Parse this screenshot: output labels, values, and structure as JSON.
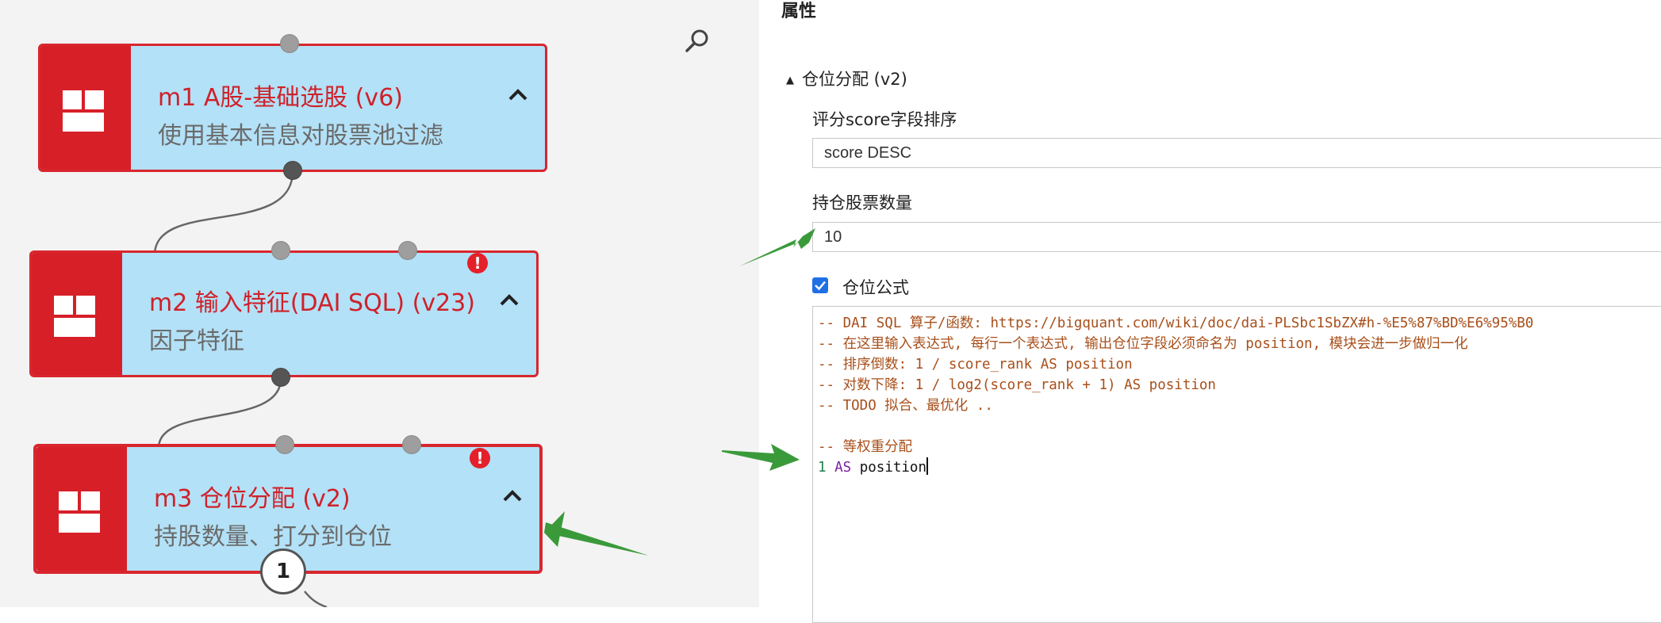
{
  "canvas": {
    "nodes": [
      {
        "id": "m1",
        "title": "m1 A股-基础选股 (v6)",
        "subtitle": "使用基本信息对股票池过滤",
        "has_error": false
      },
      {
        "id": "m2",
        "title": "m2 输入特征(DAI SQL) (v23)",
        "subtitle": "因子特征",
        "has_error": true,
        "error_symbol": "!"
      },
      {
        "id": "m3",
        "title": "m3 仓位分配 (v2)",
        "subtitle": "持股数量、打分到仓位",
        "has_error": true,
        "error_symbol": "!",
        "selected": true
      }
    ],
    "step_badge": "1"
  },
  "panel": {
    "header": "属性",
    "section_title": "仓位分配 (v2)",
    "fields": {
      "score_sort_label": "评分score字段排序",
      "score_sort_value": "score DESC",
      "hold_count_label": "持仓股票数量",
      "hold_count_value": "10",
      "formula_checkbox_label": "仓位公式",
      "formula_checked": true
    },
    "code_lines": [
      [
        {
          "t": "cmt",
          "s": "-- DAI SQL 算子/函数: https://bigquant.com/wiki/doc/dai-PLSbc1SbZX#h-%E5%87%BD%E6%95%B0"
        }
      ],
      [
        {
          "t": "cmt",
          "s": "-- 在这里输入表达式, 每行一个表达式, 输出仓位字段必须命名为 position, 模块会进一步做归一化"
        }
      ],
      [
        {
          "t": "cmt",
          "s": "-- 排序倒数: 1 / score_rank AS position"
        }
      ],
      [
        {
          "t": "cmt",
          "s": "-- 对数下降: 1 / log2(score_rank + 1) AS position"
        }
      ],
      [
        {
          "t": "cmt",
          "s": "-- TODO 拟合、最优化 .."
        }
      ],
      [
        {
          "t": "plain",
          "s": ""
        }
      ],
      [
        {
          "t": "cmt",
          "s": "-- 等权重分配"
        }
      ],
      [
        {
          "t": "num",
          "s": "1"
        },
        {
          "t": "plain",
          "s": " "
        },
        {
          "t": "kw",
          "s": "AS"
        },
        {
          "t": "plain",
          "s": " position"
        }
      ]
    ]
  },
  "colors": {
    "node_border": "#d9262e",
    "node_body": "#b3e1f7",
    "node_icon_bg": "#d71f28",
    "annotation_arrow": "#3a9a3a",
    "checkbox": "#1f6fe5"
  }
}
